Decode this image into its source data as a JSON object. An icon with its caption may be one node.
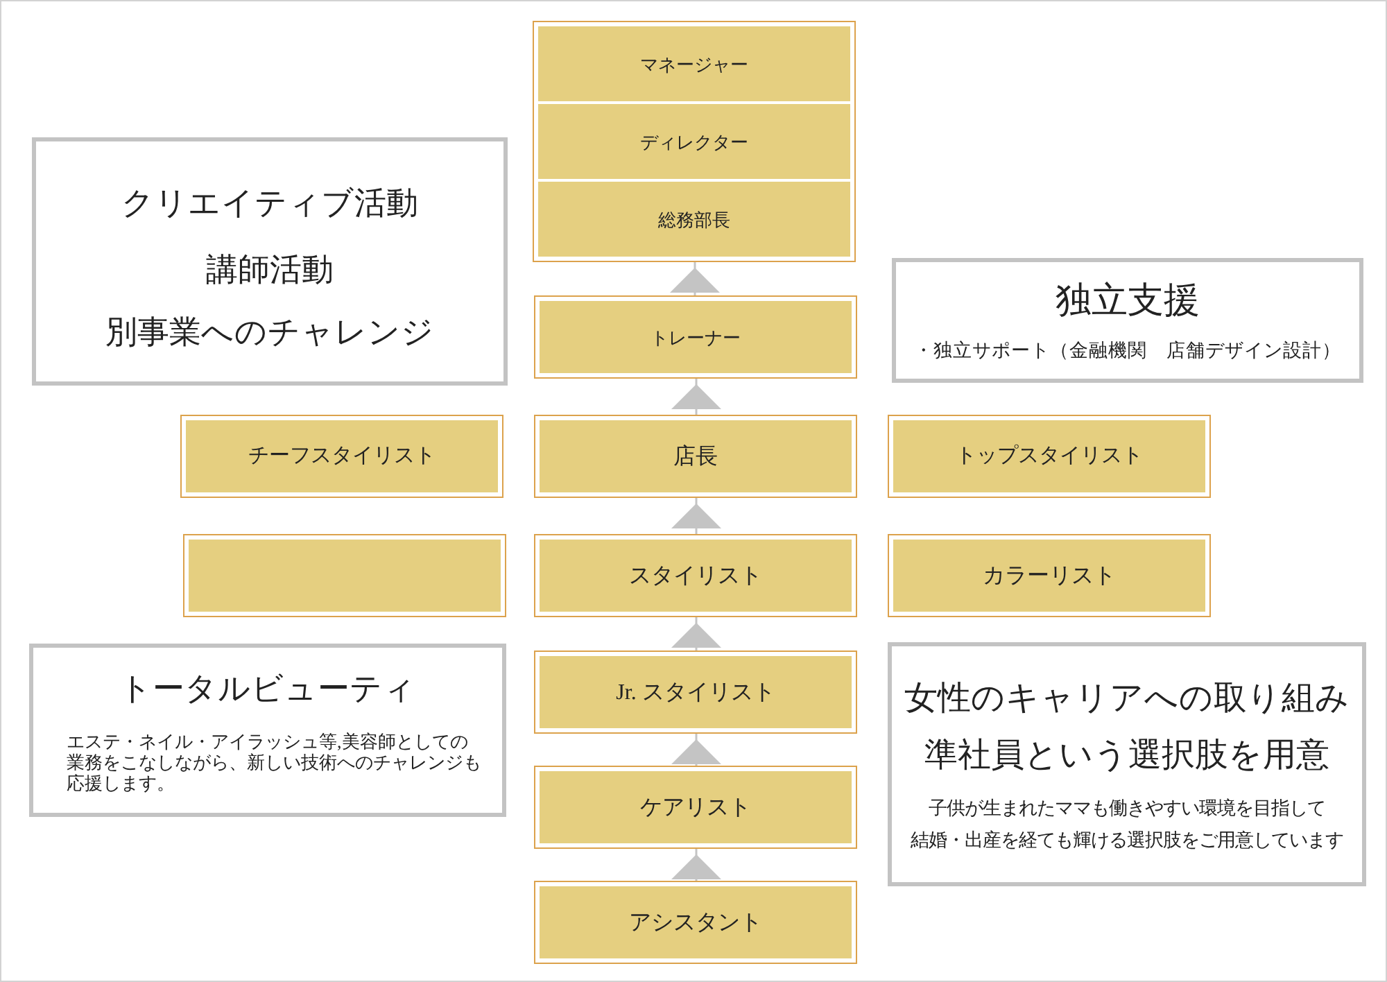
{
  "diagram": {
    "nodes": [
      {
        "text": [],
        "shape": "box"
      },
      {
        "text": [
          "マネージャー"
        ],
        "in": 0
      },
      {
        "text": [
          "ディレクター"
        ],
        "in": 0
      },
      {
        "text": [
          "総務部長"
        ],
        "in": 0
      },
      {
        "text": [
          "クリエイティブ活動",
          "講師活動",
          "別事業へのチャレンジ"
        ]
      },
      {
        "text": [
          "独立支援",
          "・独立サポート（金融機関　店舗デザイン設計）"
        ]
      },
      {
        "text": [
          "トレーナー"
        ]
      },
      {
        "text": [
          "チーフスタイリスト"
        ]
      },
      {
        "text": [
          "店長"
        ]
      },
      {
        "text": [
          "トップスタイリスト"
        ]
      },
      {
        "text": [],
        "shape": "box"
      },
      {
        "text": [
          "スタイリスト"
        ]
      },
      {
        "text": [
          "カラーリスト"
        ]
      },
      {
        "text": [
          "トータルビューティ",
          "エステ・ネイル・アイラッシュ等,美容師としての業務をこなしながら、新しい技術へのチャレンジも応援します。"
        ]
      },
      {
        "text": [
          "Jr. スタイリスト"
        ]
      },
      {
        "text": [
          "女性のキャリアへの取り組み",
          "準社員という選択肢を用意",
          "子供が生まれたママも働きやすい環境を目指して",
          "結婚・出産を経ても輝ける選択肢をご用意しています"
        ]
      },
      {
        "text": [
          "ケアリスト"
        ]
      },
      {
        "text": [
          "アシスタント"
        ]
      }
    ],
    "edges": [
      {
        "from": 6,
        "to": 0,
        "arrow": "to"
      },
      {
        "from": 8,
        "to": 6,
        "arrow": "to"
      },
      {
        "from": 11,
        "to": 8,
        "arrow": "to"
      },
      {
        "from": 14,
        "to": 11,
        "arrow": "to"
      },
      {
        "from": 16,
        "to": 14,
        "arrow": "to"
      },
      {
        "from": 17,
        "to": 16,
        "arrow": "to"
      }
    ]
  }
}
